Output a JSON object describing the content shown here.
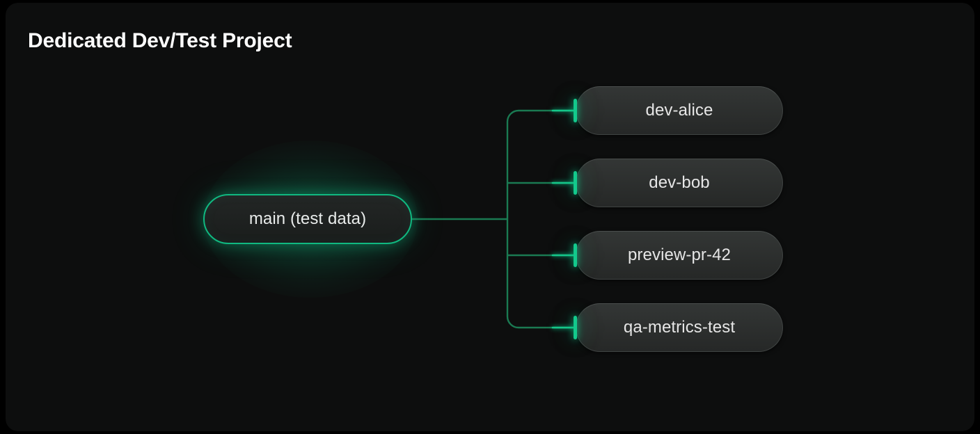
{
  "title": "Dedicated Dev/Test Project",
  "diagram": {
    "type": "tree",
    "orientation": "left-to-right",
    "root": {
      "id": "root",
      "label": "main (test data)",
      "highlight": true
    },
    "children": [
      {
        "id": "c0",
        "label": "dev-alice"
      },
      {
        "id": "c1",
        "label": "dev-bob"
      },
      {
        "id": "c2",
        "label": "preview-pr-42"
      },
      {
        "id": "c3",
        "label": "qa-metrics-test"
      }
    ]
  },
  "colors": {
    "page_background": "#000000",
    "canvas_background": "#0d0e0e",
    "title_text": "#ffffff",
    "node_text": "#e6e6e6",
    "accent_green": "#10b981",
    "edge_green": "#1a7a52",
    "cap_green": "#13c98c",
    "child_fill": "#2e3130",
    "child_border": "#3f4342"
  }
}
